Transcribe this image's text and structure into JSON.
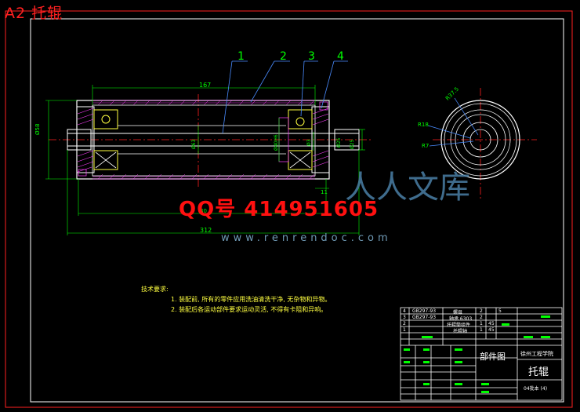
{
  "sheet": {
    "title": "A2  托辊",
    "colors": {
      "frame": "#ff2020",
      "outline": "#ffffff",
      "dimension": "#00ff00",
      "leader": "#4a8cff",
      "centerline": "#ff2020",
      "hatch": "#ff40ff",
      "bearing": "#ffff40"
    }
  },
  "drawing": {
    "part_numbers": [
      "1",
      "2",
      "3",
      "4"
    ],
    "dimensions": {
      "top_length": "167",
      "bottom_length": "312",
      "left_dia": "Ø58",
      "center_dia": "Ø63",
      "inner_dia": "Ø40H6",
      "bore_dia": "Ø3",
      "shaft_dia": "Ø25",
      "shaft_end": "Ø25",
      "mid_mark": "80",
      "small_right": "11"
    },
    "side_view": {
      "r_outer": "R37.5",
      "r_mid": "R18",
      "r_inner": "R7"
    }
  },
  "watermark": {
    "qq": "QQ号 414951605",
    "url": "www.renrendoc.com",
    "logo": "人人文库"
  },
  "tech_requirements": {
    "heading": "技术要求:",
    "items": [
      "1. 装配前, 所有的零件应用洗油清洗干净, 无杂物和异物。",
      "2. 装配后各运动部件要求运动灵活, 不得有卡阻和异响。"
    ]
  },
  "title_block": {
    "parts": [
      {
        "no": "4",
        "code": "GB297-93",
        "name": "螺母",
        "qty": "2",
        "mat": "5"
      },
      {
        "no": "3",
        "code": "GB297-93",
        "name": "轴承 6303",
        "qty": "2",
        "mat": ""
      },
      {
        "no": "2",
        "code": "",
        "name": "托辊筒组件",
        "qty": "1",
        "mat": "45"
      },
      {
        "no": "1",
        "code": "",
        "name": "托辊轴",
        "qty": "1",
        "mat": "45"
      }
    ],
    "drawing_type": "部件图",
    "school": "徐州工程学院",
    "part_name": "托辊",
    "drawing_no": "04批本 (4)"
  }
}
